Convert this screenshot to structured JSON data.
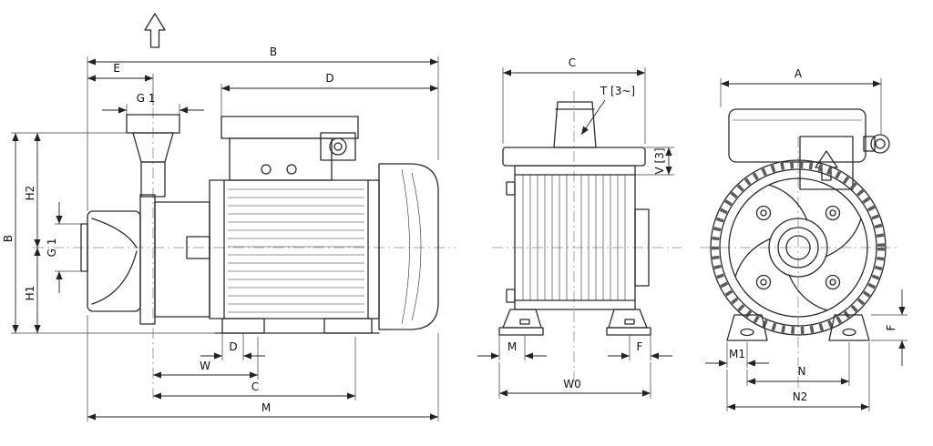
{
  "drawing": {
    "background": "#ffffff",
    "line_color": "#2b2b2b",
    "views": {
      "side": {
        "labels": {
          "b_top": "B",
          "e": "E",
          "d_top": "D",
          "g1_top": "G 1",
          "b_left": "B",
          "h2": "H2",
          "g1_left": "G 1",
          "h1": "H1",
          "d_bottom": "D",
          "w": "W",
          "c": "C",
          "m": "M"
        }
      },
      "front": {
        "labels": {
          "c_top": "C",
          "t_note": "T [3~]",
          "v_note": "V [3]",
          "m": "M",
          "f": "F",
          "w0": "W0"
        }
      },
      "end": {
        "labels": {
          "a_top": "A",
          "m1": "M1",
          "n": "N",
          "n2": "N2",
          "f": "F"
        }
      }
    }
  }
}
